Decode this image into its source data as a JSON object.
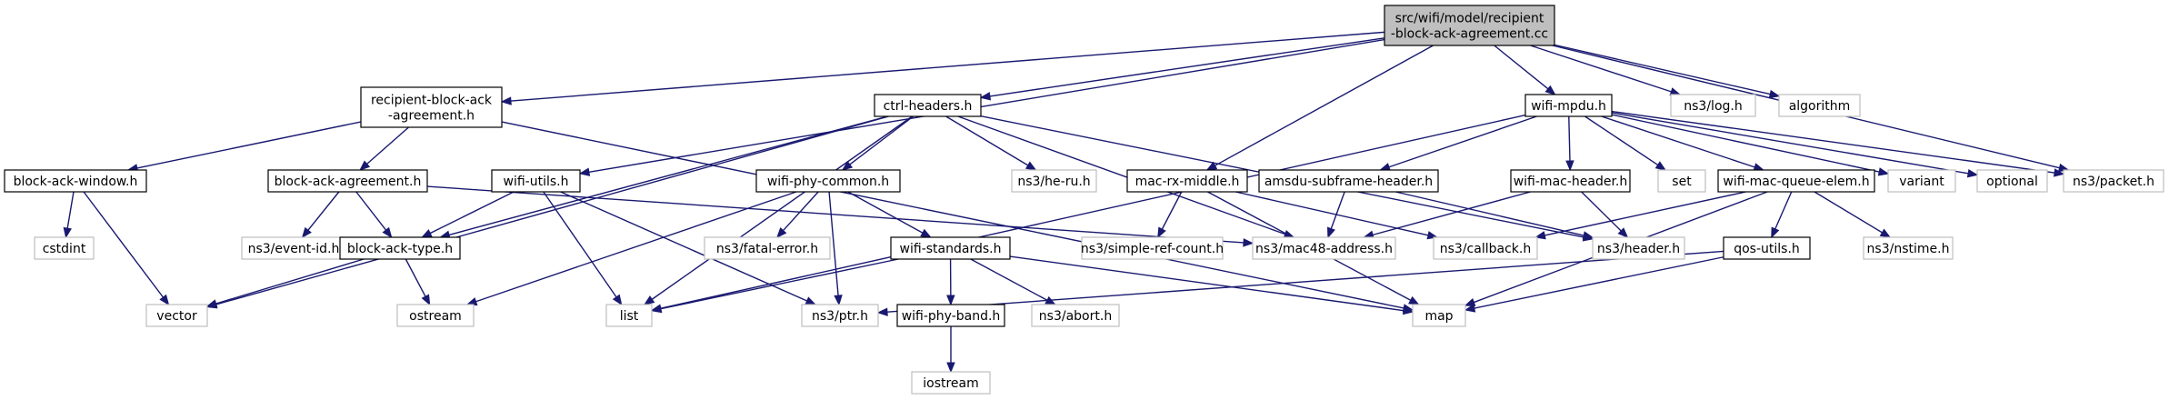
{
  "diagram": {
    "colors": {
      "edge": "#191970",
      "root_fill": "#bfbfbf",
      "root_stroke": "#000000",
      "internal_stroke": "#000000",
      "external_stroke": "#bfbfbf",
      "fill": "#ffffff"
    },
    "nodes": [
      {
        "id": "root",
        "lines": [
          "src/wifi/model/recipient",
          "-block-ack-agreement.cc"
        ],
        "kind": "root"
      },
      {
        "id": "rbaa",
        "lines": [
          "recipient-block-ack",
          "-agreement.h"
        ],
        "kind": "internal"
      },
      {
        "id": "ctrl",
        "lines": [
          "ctrl-headers.h"
        ],
        "kind": "internal"
      },
      {
        "id": "mpdu",
        "lines": [
          "wifi-mpdu.h"
        ],
        "kind": "internal"
      },
      {
        "id": "log",
        "lines": [
          "ns3/log.h"
        ],
        "kind": "external"
      },
      {
        "id": "algorithm",
        "lines": [
          "algorithm"
        ],
        "kind": "external"
      },
      {
        "id": "baw",
        "lines": [
          "block-ack-window.h"
        ],
        "kind": "internal"
      },
      {
        "id": "baa",
        "lines": [
          "block-ack-agreement.h"
        ],
        "kind": "internal"
      },
      {
        "id": "wu",
        "lines": [
          "wifi-utils.h"
        ],
        "kind": "internal"
      },
      {
        "id": "wpc",
        "lines": [
          "wifi-phy-common.h"
        ],
        "kind": "internal"
      },
      {
        "id": "heru",
        "lines": [
          "ns3/he-ru.h"
        ],
        "kind": "external"
      },
      {
        "id": "mrm",
        "lines": [
          "mac-rx-middle.h"
        ],
        "kind": "internal"
      },
      {
        "id": "ash",
        "lines": [
          "amsdu-subframe-header.h"
        ],
        "kind": "internal"
      },
      {
        "id": "wmh",
        "lines": [
          "wifi-mac-header.h"
        ],
        "kind": "internal"
      },
      {
        "id": "set",
        "lines": [
          "set"
        ],
        "kind": "external"
      },
      {
        "id": "wmqe",
        "lines": [
          "wifi-mac-queue-elem.h"
        ],
        "kind": "internal"
      },
      {
        "id": "variant",
        "lines": [
          "variant"
        ],
        "kind": "external"
      },
      {
        "id": "optional",
        "lines": [
          "optional"
        ],
        "kind": "external"
      },
      {
        "id": "packet",
        "lines": [
          "ns3/packet.h"
        ],
        "kind": "external"
      },
      {
        "id": "cstdint",
        "lines": [
          "cstdint"
        ],
        "kind": "external"
      },
      {
        "id": "eventid",
        "lines": [
          "ns3/event-id.h"
        ],
        "kind": "external"
      },
      {
        "id": "bat",
        "lines": [
          "block-ack-type.h"
        ],
        "kind": "internal"
      },
      {
        "id": "fatal",
        "lines": [
          "ns3/fatal-error.h"
        ],
        "kind": "external"
      },
      {
        "id": "ws",
        "lines": [
          "wifi-standards.h"
        ],
        "kind": "internal"
      },
      {
        "id": "srcount",
        "lines": [
          "ns3/simple-ref-count.h"
        ],
        "kind": "external"
      },
      {
        "id": "mac48",
        "lines": [
          "ns3/mac48-address.h"
        ],
        "kind": "external"
      },
      {
        "id": "callback",
        "lines": [
          "ns3/callback.h"
        ],
        "kind": "external"
      },
      {
        "id": "header",
        "lines": [
          "ns3/header.h"
        ],
        "kind": "external"
      },
      {
        "id": "qos",
        "lines": [
          "qos-utils.h"
        ],
        "kind": "internal"
      },
      {
        "id": "nstime",
        "lines": [
          "ns3/nstime.h"
        ],
        "kind": "external"
      },
      {
        "id": "vector",
        "lines": [
          "vector"
        ],
        "kind": "external"
      },
      {
        "id": "ostream",
        "lines": [
          "ostream"
        ],
        "kind": "external"
      },
      {
        "id": "list",
        "lines": [
          "list"
        ],
        "kind": "external"
      },
      {
        "id": "ptr",
        "lines": [
          "ns3/ptr.h"
        ],
        "kind": "external"
      },
      {
        "id": "wpb",
        "lines": [
          "wifi-phy-band.h"
        ],
        "kind": "internal"
      },
      {
        "id": "abort",
        "lines": [
          "ns3/abort.h"
        ],
        "kind": "external"
      },
      {
        "id": "map",
        "lines": [
          "map"
        ],
        "kind": "external"
      },
      {
        "id": "iostream",
        "lines": [
          "iostream"
        ],
        "kind": "external"
      }
    ],
    "edges": [
      [
        "root",
        "rbaa"
      ],
      [
        "root",
        "ctrl"
      ],
      [
        "root",
        "mpdu"
      ],
      [
        "root",
        "log"
      ],
      [
        "root",
        "algorithm"
      ],
      [
        "root",
        "wu"
      ],
      [
        "root",
        "mrm"
      ],
      [
        "root",
        "packet"
      ],
      [
        "rbaa",
        "baw"
      ],
      [
        "rbaa",
        "baa"
      ],
      [
        "rbaa",
        "map"
      ],
      [
        "ctrl",
        "vector"
      ],
      [
        "ctrl",
        "bat"
      ],
      [
        "ctrl",
        "list"
      ],
      [
        "ctrl",
        "wpc"
      ],
      [
        "ctrl",
        "heru"
      ],
      [
        "ctrl",
        "mac48"
      ],
      [
        "ctrl",
        "header"
      ],
      [
        "mpdu",
        "list"
      ],
      [
        "mpdu",
        "ash"
      ],
      [
        "mpdu",
        "wmh"
      ],
      [
        "mpdu",
        "set"
      ],
      [
        "mpdu",
        "wmqe"
      ],
      [
        "mpdu",
        "variant"
      ],
      [
        "mpdu",
        "optional"
      ],
      [
        "mpdu",
        "packet"
      ],
      [
        "baw",
        "cstdint"
      ],
      [
        "baw",
        "vector"
      ],
      [
        "baa",
        "eventid"
      ],
      [
        "baa",
        "bat"
      ],
      [
        "baa",
        "mac48"
      ],
      [
        "wu",
        "bat"
      ],
      [
        "wu",
        "list"
      ],
      [
        "wu",
        "ptr"
      ],
      [
        "wpc",
        "ostream"
      ],
      [
        "wpc",
        "fatal"
      ],
      [
        "wpc",
        "ptr"
      ],
      [
        "wpc",
        "ws"
      ],
      [
        "mrm",
        "srcount"
      ],
      [
        "mrm",
        "callback"
      ],
      [
        "mrm",
        "map"
      ],
      [
        "ash",
        "mac48"
      ],
      [
        "ash",
        "header"
      ],
      [
        "wmh",
        "mac48"
      ],
      [
        "wmh",
        "header"
      ],
      [
        "wmqe",
        "callback"
      ],
      [
        "wmqe",
        "qos"
      ],
      [
        "wmqe",
        "nstime"
      ],
      [
        "wmqe",
        "map"
      ],
      [
        "bat",
        "vector"
      ],
      [
        "bat",
        "ostream"
      ],
      [
        "ws",
        "list"
      ],
      [
        "ws",
        "wpb"
      ],
      [
        "ws",
        "abort"
      ],
      [
        "ws",
        "map"
      ],
      [
        "qos",
        "ptr"
      ],
      [
        "qos",
        "map"
      ],
      [
        "wpb",
        "iostream"
      ]
    ]
  }
}
